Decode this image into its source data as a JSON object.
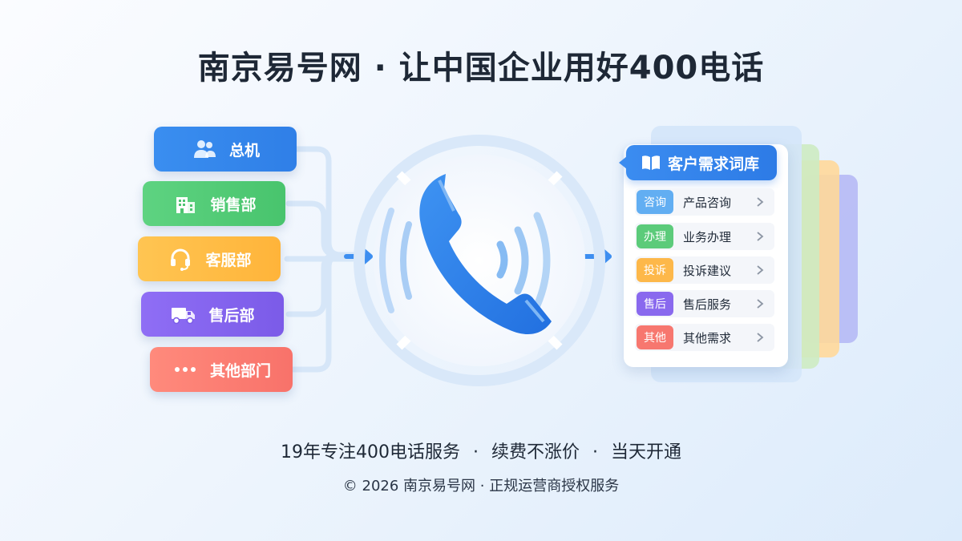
{
  "title": "南京易号网 · 让中国企业用好400电话",
  "departments": [
    {
      "label": "总机",
      "icon": "users-icon",
      "color": "#3a8ef0"
    },
    {
      "label": "销售部",
      "icon": "building-icon",
      "color": "#55cc78"
    },
    {
      "label": "客服部",
      "icon": "headset-icon",
      "color": "#ffbd45"
    },
    {
      "label": "售后部",
      "icon": "truck-icon",
      "color": "#8565ee"
    },
    {
      "label": "其他部门",
      "icon": "more-dots-icon",
      "color": "#fb7e72"
    }
  ],
  "center": {
    "icon": "phone-handset-icon",
    "color": "#2f7fe7"
  },
  "dictionary": {
    "title": "客户需求词库",
    "icon": "book-icon",
    "items": [
      {
        "tag": "咨询",
        "label": "产品咨询",
        "color": "#62aef2"
      },
      {
        "tag": "办理",
        "label": "业务办理",
        "color": "#5ccb7a"
      },
      {
        "tag": "投诉",
        "label": "投诉建议",
        "color": "#fdb84a"
      },
      {
        "tag": "售后",
        "label": "售后服务",
        "color": "#8969ee"
      },
      {
        "tag": "其他",
        "label": "其他需求",
        "color": "#f7776f"
      }
    ]
  },
  "taglines": [
    "19年专注400电话服务",
    "续费不涨价",
    "当天开通"
  ],
  "tagline_separator": "·",
  "copyright": "© 2026 南京易号网 · 正规运营商授权服务"
}
